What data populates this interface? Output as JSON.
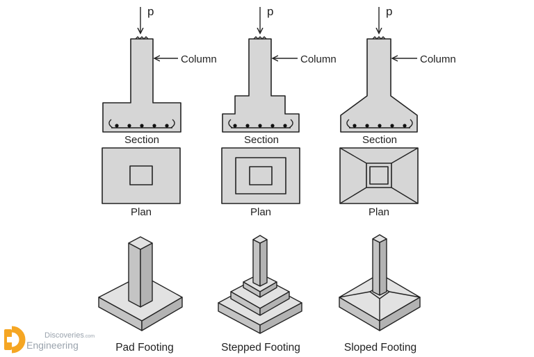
{
  "load_label": "p",
  "column_label": "Column",
  "section_label": "Section",
  "plan_label": "Plan",
  "footings": [
    {
      "caption": "Pad Footing"
    },
    {
      "caption": "Stepped Footing"
    },
    {
      "caption": "Sloped Footing"
    }
  ],
  "watermark": {
    "line1": "Discoveries",
    "line1_suffix": ".com",
    "line2": "Engineering"
  },
  "colors": {
    "concrete": "#d6d6d6",
    "outline": "#222222",
    "watermark_orange": "#f5a623"
  }
}
